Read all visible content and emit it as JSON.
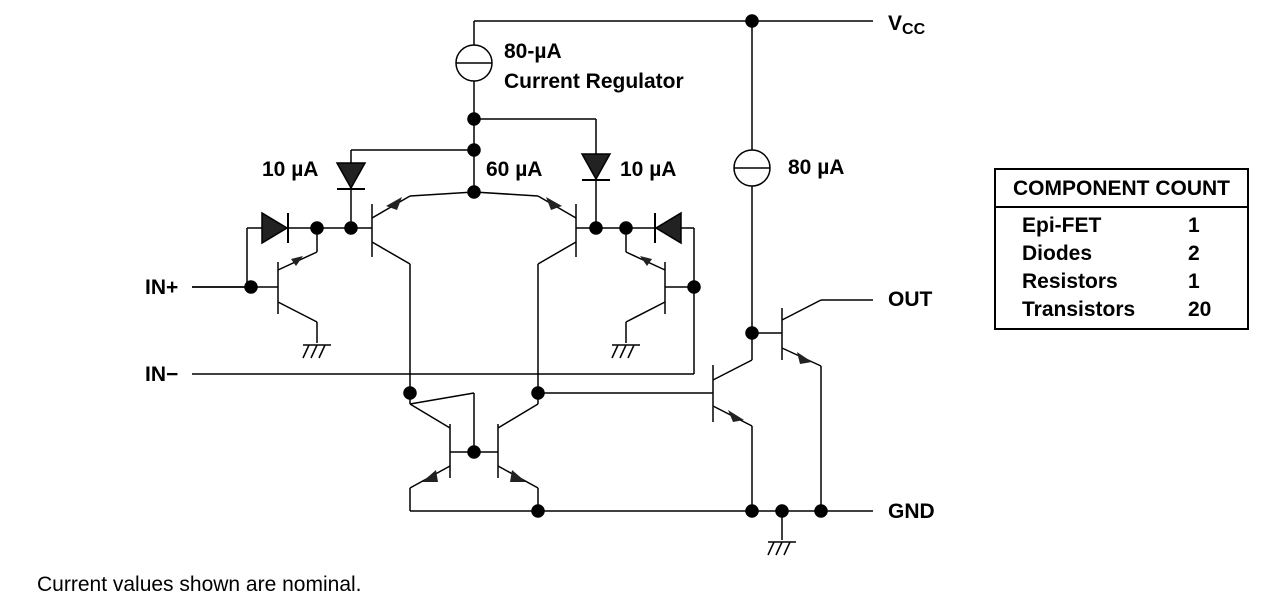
{
  "labels": {
    "vcc_main": "V",
    "vcc_sub": "CC",
    "regulator_value": "80-µA",
    "regulator_name": "Current Regulator",
    "left_diode_current": "10 µA",
    "center_current": "60 µA",
    "right_diode_current": "10 µA",
    "output_stage_current": "80 µA",
    "in_plus": "IN+",
    "in_minus": "IN−",
    "out": "OUT",
    "gnd": "GND"
  },
  "component_count": {
    "title": "COMPONENT COUNT",
    "rows": [
      {
        "name": "Epi-FET",
        "count": "1"
      },
      {
        "name": "Diodes",
        "count": "2"
      },
      {
        "name": "Resistors",
        "count": "1"
      },
      {
        "name": "Transistors",
        "count": "20"
      }
    ]
  },
  "footnote": "Current values shown are nominal."
}
